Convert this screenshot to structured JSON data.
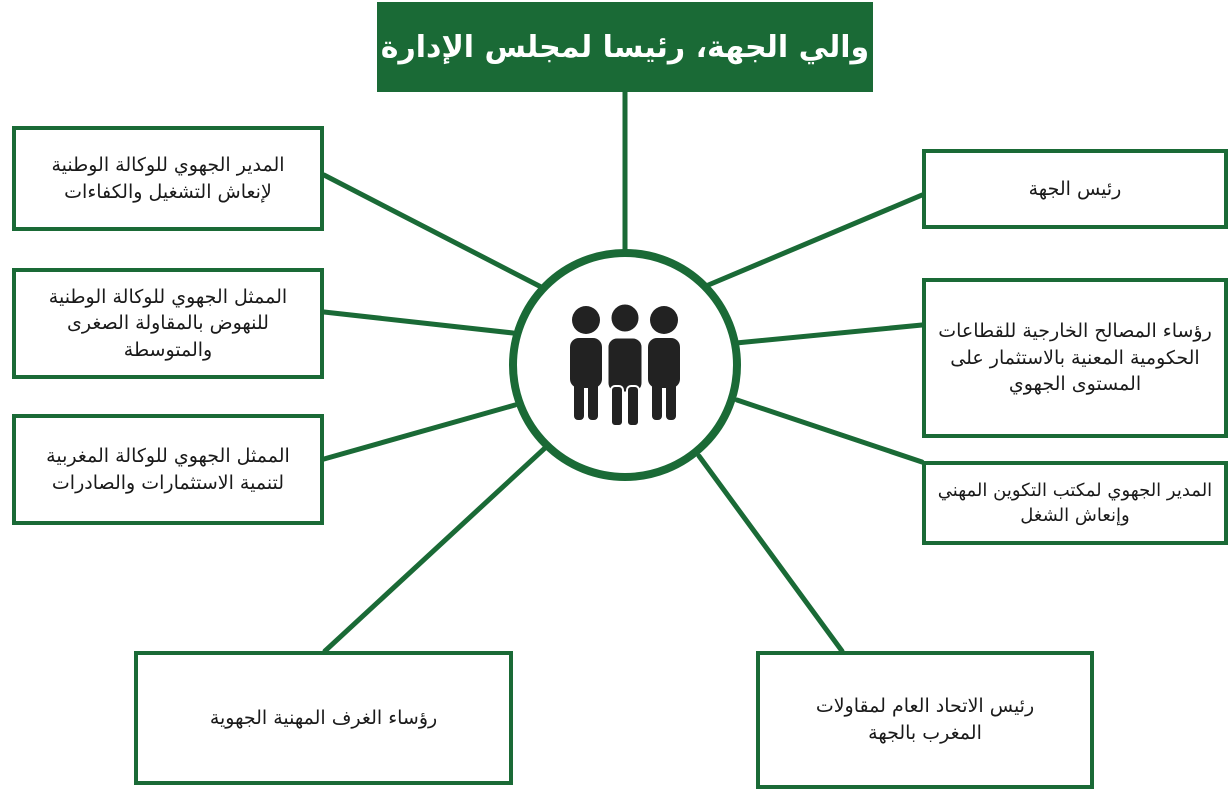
{
  "colors": {
    "accent": "#1a6a36",
    "title_text": "#ffffff",
    "node_text": "#1a1a1a"
  },
  "title": "والي الجهة، رئيسا لمجلس الإدارة",
  "center_icon": "group-of-people-icon",
  "nodes": {
    "right_1": "رئيس الجهة",
    "right_2": "رؤساء المصالح الخارجية للقطاعات الحكومية المعنية بالاستثمار على المستوى الجهوي",
    "right_3": "المدير الجهوي لمكتب التكوين المهني وإنعاش الشغل",
    "bottom_right": "رئيس الاتحاد العام لمقاولات المغرب بالجهة",
    "bottom_left": "رؤساء الغرف المهنية الجهوية",
    "left_1": "المدير الجهوي للوكالة الوطنية لإنعاش التشغيل والكفاءات",
    "left_2": "الممثل الجهوي للوكالة الوطنية للنهوض بالمقاولة الصغرى والمتوسطة",
    "left_3": "الممثل الجهوي للوكالة المغربية لتنمية الاستثمارات والصادرات"
  }
}
